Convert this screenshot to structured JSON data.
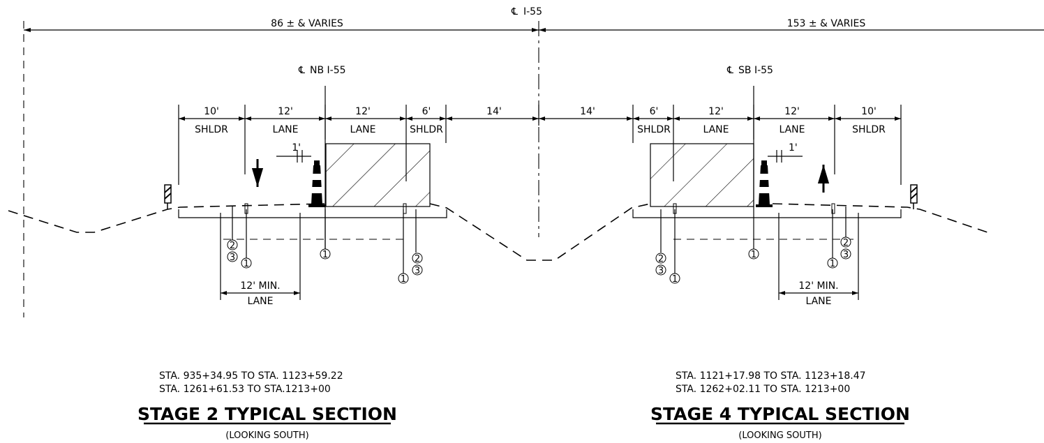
{
  "centerline_main": "I-55",
  "centerline_nb": "NB I-55",
  "centerline_sb": "SB I-55",
  "cl_symbol": "℄",
  "dim_left_total": "86 ± & VARIES",
  "dim_right_total": "153 ± & VARIES",
  "left_lanes": [
    {
      "width": "10'",
      "label": "SHLDR"
    },
    {
      "width": "12'",
      "label": "LANE"
    },
    {
      "width": "12'",
      "label": "LANE"
    },
    {
      "width": "6'",
      "label": "SHLDR"
    },
    {
      "width": "14'",
      "label": ""
    }
  ],
  "right_lanes": [
    {
      "width": "14'",
      "label": ""
    },
    {
      "width": "6'",
      "label": "SHLDR"
    },
    {
      "width": "12'",
      "label": "LANE"
    },
    {
      "width": "12'",
      "label": "LANE"
    },
    {
      "width": "10'",
      "label": "SHLDR"
    }
  ],
  "offset_dim": "1'",
  "min_lane_width": "12' MIN.",
  "min_lane_label": "LANE",
  "callouts": [
    "1",
    "2",
    "3"
  ],
  "left_section": {
    "stations": [
      "STA. 935+34.95 TO STA. 1123+59.22",
      "STA. 1261+61.53 TO STA.1213+00"
    ],
    "title": "STAGE 2 TYPICAL SECTION",
    "subtitle": "(LOOKING SOUTH)"
  },
  "right_section": {
    "stations": [
      "STA. 1121+17.98 TO STA. 1123+18.47",
      "STA. 1262+02.11 TO STA. 1213+00"
    ],
    "title": "STAGE 4 TYPICAL SECTION",
    "subtitle": "(LOOKING SOUTH)"
  }
}
